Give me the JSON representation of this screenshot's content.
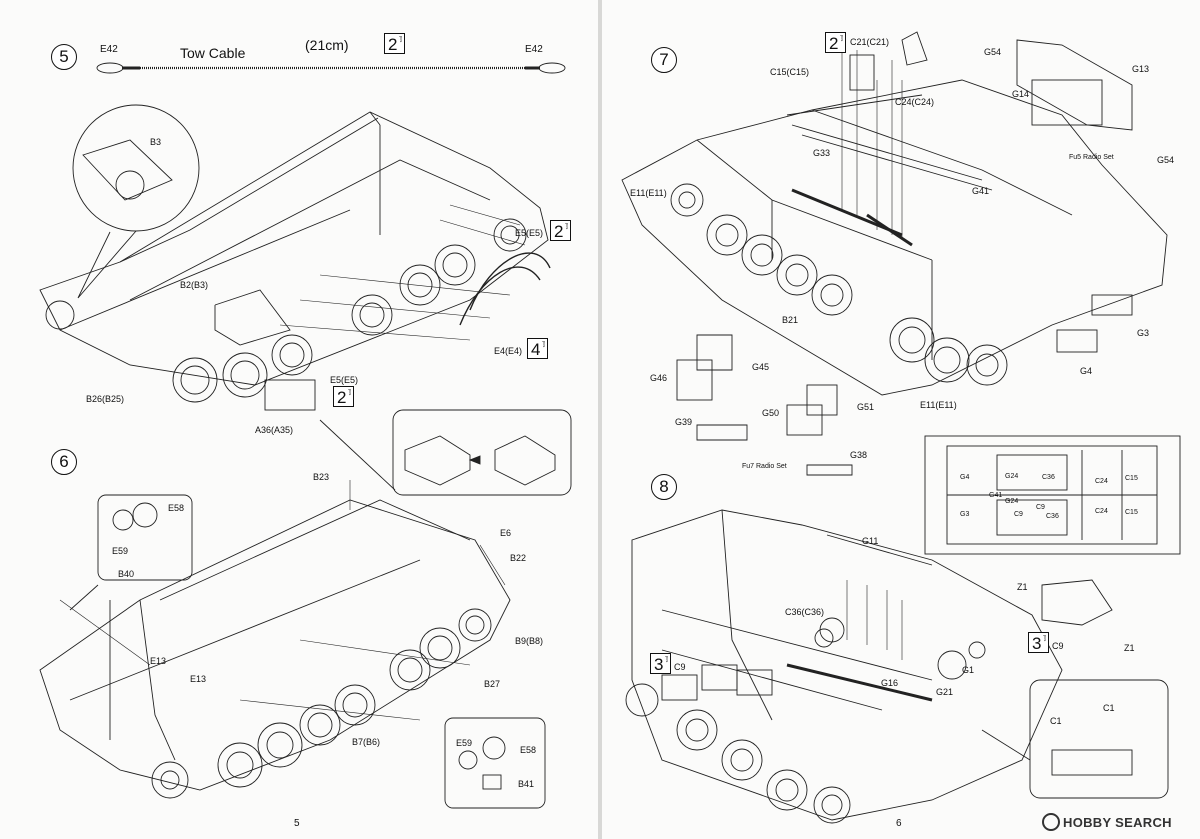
{
  "left_page": {
    "page_number": "5",
    "step5": {
      "number": "5",
      "tow_cable": {
        "left_part": "E42",
        "title": "Tow Cable",
        "length": "(21cm)",
        "qty": "2",
        "right_part": "E42"
      },
      "labels": {
        "b3": "B3",
        "b2": "B2(B3)",
        "e5_top": "E5(E5)",
        "e5_top_qty": "2",
        "e4": "E4(E4)",
        "e4_qty": "4",
        "e5_bottom": "E5(E5)",
        "e5_bottom_qty": "2",
        "b26": "B26(B25)",
        "a36": "A36(A35)"
      }
    },
    "step6": {
      "number": "6",
      "labels": {
        "e58_top": "E58",
        "e59_top": "E59",
        "b40": "B40",
        "b23": "B23",
        "e6": "E6",
        "b22": "B22",
        "b9": "B9(B8)",
        "e13_left": "E13",
        "e13_mid": "E13",
        "b27": "B27",
        "b7": "B7(B6)",
        "e59_bottom": "E59",
        "e58_bottom": "E58",
        "b41": "B41"
      }
    }
  },
  "right_page": {
    "page_number": "6",
    "step7": {
      "number": "7",
      "labels": {
        "c21_qty": "2",
        "c21": "C21(C21)",
        "c15": "C15(C15)",
        "c24": "C24(C24)",
        "g33": "G33",
        "e11_top": "E11(E11)",
        "g41": "G41",
        "b21": "B21",
        "e11_bottom": "E11(E11)",
        "g4": "G4",
        "g3": "G3",
        "g54_top": "G54",
        "g13": "G13",
        "g14": "G14",
        "fu5": "Fu5 Radio Set",
        "g54_bottom": "G54",
        "g46": "G46",
        "g45": "G45",
        "g39": "G39",
        "fu7": "Fu7 Radio Set",
        "g50": "G50",
        "g51": "G51",
        "g38": "G38"
      },
      "plan_view": {
        "g4": "G4",
        "g24_top": "G24",
        "c36_top": "C36",
        "c24_top": "C24",
        "c15_top": "C15",
        "g41": "G41",
        "g3": "G3",
        "g24_bottom": "G24",
        "c9_top": "C9",
        "c9_bottom": "C9",
        "c36_bottom": "C36",
        "c24_bottom": "C24",
        "c15_bottom": "C15"
      }
    },
    "step8": {
      "number": "8",
      "labels": {
        "g11": "G11",
        "z1_top": "Z1",
        "c36": "C36(C36)",
        "qty3_left": "3",
        "c9_left": "C9",
        "qty3_right": "3",
        "c9_right": "C9",
        "z1_bottom": "Z1",
        "g16": "G16",
        "g1": "G1",
        "g21": "G21",
        "c1_left": "C1",
        "c1_right": "C1"
      }
    },
    "watermark": {
      "brand": "HOBBY SEARCH"
    }
  }
}
